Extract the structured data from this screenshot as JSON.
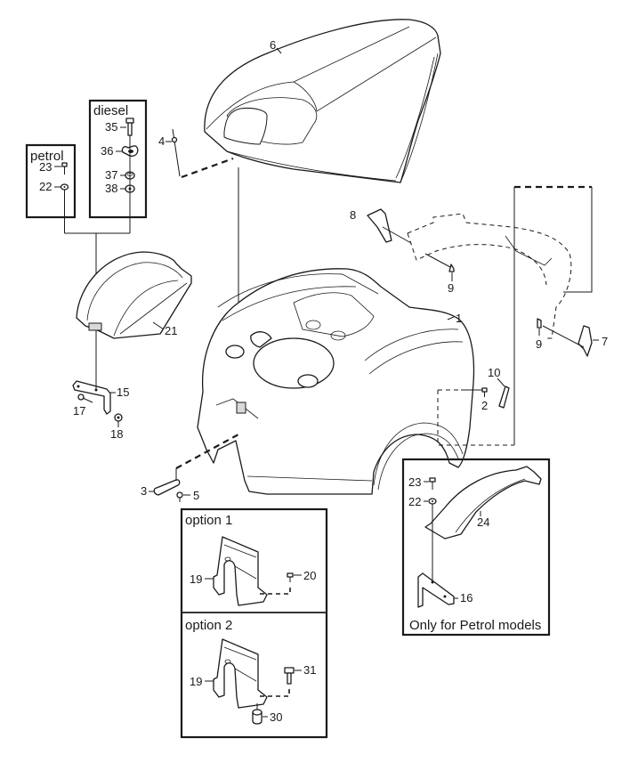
{
  "diagram": {
    "type": "exploded-parts-diagram",
    "subject": "Bonnet / hood assembly with fenders",
    "boxes": {
      "petrol": {
        "title": "petrol",
        "parts": [
          "23",
          "22"
        ]
      },
      "diesel": {
        "title": "diesel",
        "parts": [
          "35",
          "36",
          "37",
          "38"
        ]
      },
      "option1": {
        "title": "option 1",
        "parts": [
          "19",
          "20"
        ]
      },
      "option2": {
        "title": "option 2",
        "parts": [
          "19",
          "31",
          "30"
        ]
      },
      "petrol_models": {
        "caption": "Only for Petrol models",
        "parts": [
          "23",
          "22",
          "24",
          "16"
        ]
      }
    },
    "callouts": {
      "p1": "1",
      "p2": "2",
      "p3": "3",
      "p4": "4",
      "p5": "5",
      "p6": "6",
      "p7": "7",
      "p8": "8",
      "p9a": "9",
      "p9b": "9",
      "p10": "10",
      "p15": "15",
      "p16": "16",
      "p17": "17",
      "p18": "18",
      "p19a": "19",
      "p19b": "19",
      "p20": "20",
      "p21": "21",
      "p22a": "22",
      "p22b": "22",
      "p23a": "23",
      "p23b": "23",
      "p24": "24",
      "p30": "30",
      "p31": "31",
      "p35": "35",
      "p36": "36",
      "p37": "37",
      "p38": "38"
    }
  }
}
